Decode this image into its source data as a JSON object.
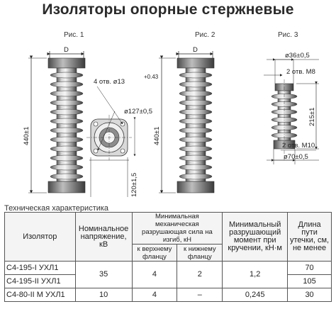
{
  "title": "Изоляторы опорные стержневые",
  "figures": {
    "fig1": {
      "label": "Рис. 1",
      "dim_D": "D",
      "dim_height": "440±1"
    },
    "fig2": {
      "label": "Рис. 2",
      "dim_D": "D",
      "dim_height": "440±1",
      "dim_holes": "4 отв. ø13",
      "dim_holes_tol": "+0.43",
      "dim_pcd": "ø127±0,5",
      "dim_base": "120±1,5"
    },
    "fig3": {
      "label": "Рис. 3",
      "dim_top": "ø36±0,5",
      "dim_top_holes": "2 отв. M8",
      "dim_height": "215±1",
      "dim_bottom_holes": "2 отв. M10",
      "dim_bottom": "ø70±0,5"
    }
  },
  "table": {
    "caption": "Техническая характеристика",
    "headers": {
      "insulator": "Изолятор",
      "voltage": "Номинальное напряжение, кВ",
      "bending": "Минимальная механическая разрушающая сила на изгиб, кН",
      "bending_top": "к верхнему фланцу",
      "bending_bottom": "к нижнему фланцу",
      "torque": "Минимальный разрушающий момент при кручении, кН·м",
      "creepage": "Длина пути утечки, см, не менее"
    },
    "rows": [
      {
        "name": "С4-195-I УХЛ1",
        "voltage": "35",
        "top": "4",
        "bottom": "2",
        "torque": "1,2",
        "creepage": "70"
      },
      {
        "name": "С4-195-II УХЛ1",
        "creepage": "105"
      },
      {
        "name": "С4-80-II М УХЛ1",
        "voltage": "10",
        "top": "4",
        "bottom": "–",
        "torque": "0,245",
        "creepage": "30"
      }
    ]
  }
}
